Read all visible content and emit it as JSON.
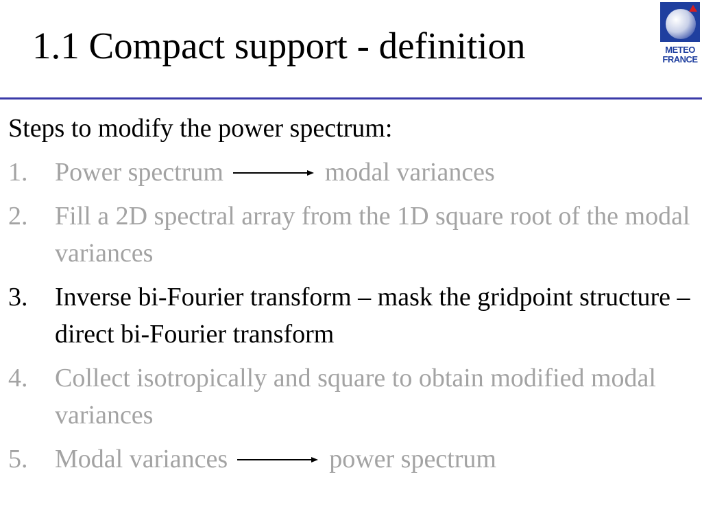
{
  "slide": {
    "title": "1.1 Compact support - definition",
    "intro": "Steps to modify the power spectrum:",
    "steps": [
      {
        "number": "1.",
        "left": "Power spectrum",
        "right": "modal variances"
      },
      {
        "number": "2.",
        "text": "Fill a 2D spectral array from the 1D square root of the modal variances"
      },
      {
        "number": "3.",
        "text": "Inverse bi-Fourier transform – mask the gridpoint structure – direct bi-Fourier transform"
      },
      {
        "number": "4.",
        "text": "Collect isotropically and square to obtain modified modal variances"
      },
      {
        "number": "5.",
        "left": "Modal variances",
        "right": "power spectrum"
      }
    ],
    "colors": {
      "highlighted": "#000000",
      "dimmed": "#a3a3a3",
      "rule": "#3a3aa8"
    }
  },
  "logo": {
    "line1": "METEO",
    "line2": "FRANCE",
    "icon": "meteo-france-logo",
    "color": "#1f3f9f"
  }
}
